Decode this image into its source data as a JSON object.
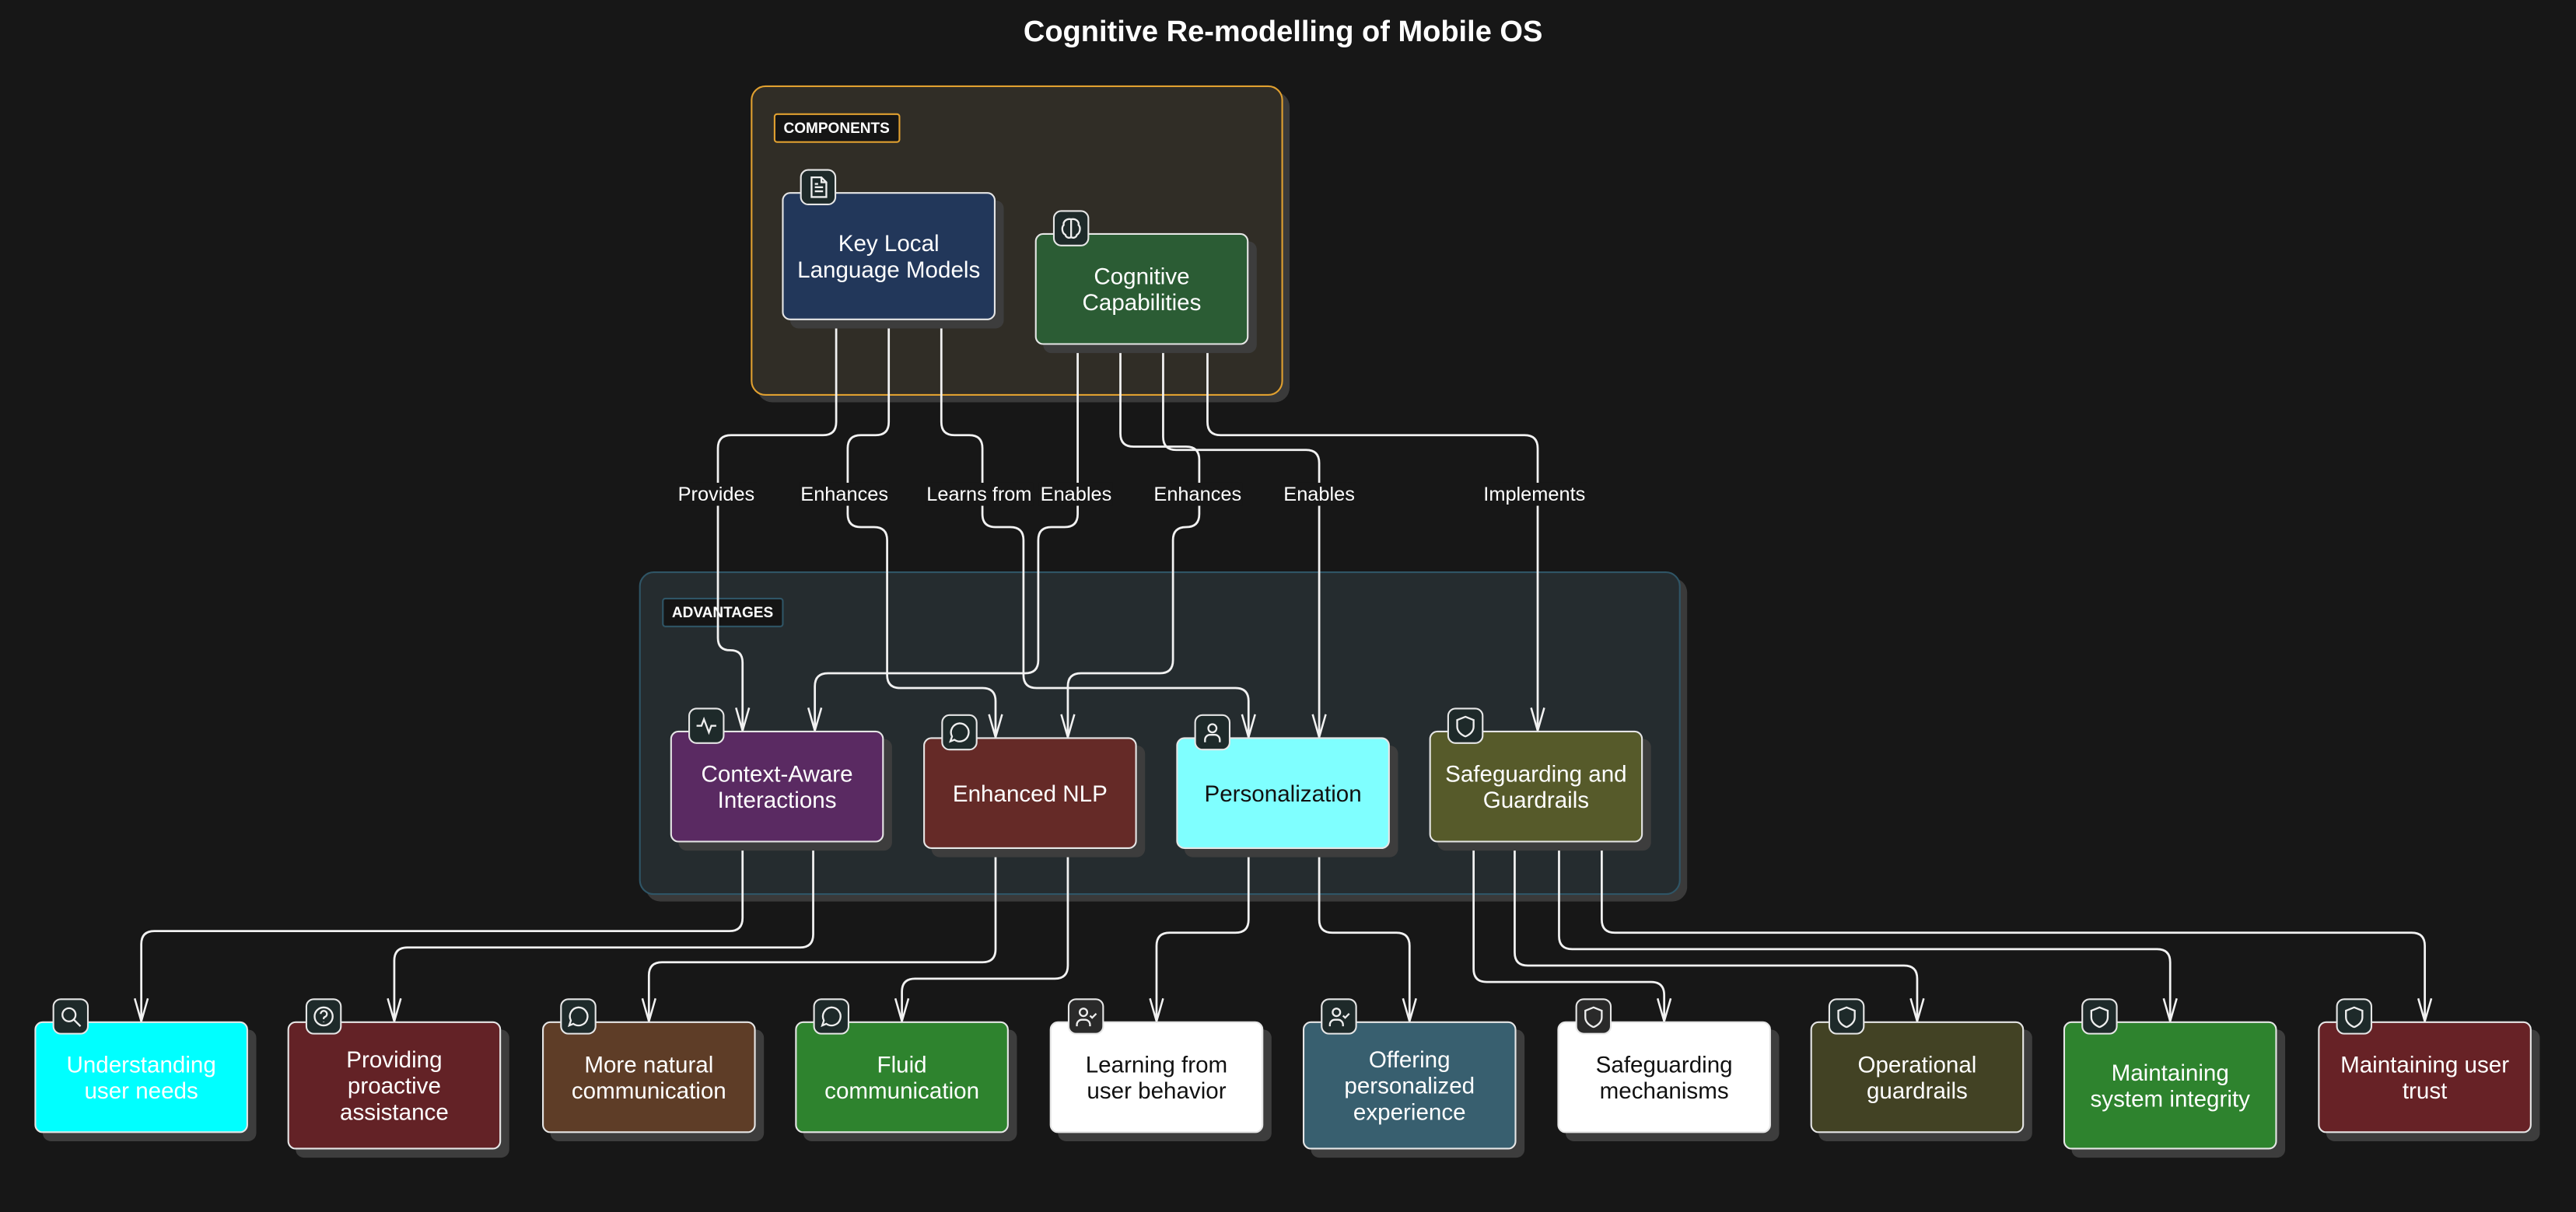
{
  "title": "Cognitive Re-modelling of Mobile OS",
  "groups": {
    "components": {
      "label": "COMPONENTS",
      "fill": "#302d26",
      "stroke": "#e0a030"
    },
    "advantages": {
      "label": "ADVANTAGES",
      "fill": "#252c2f",
      "stroke": "#2f5566"
    }
  },
  "nodes": [
    {
      "id": "klm",
      "label": "Key Local Language Models",
      "fill": "#22375a",
      "text": "#ffffff",
      "icon": "document-icon"
    },
    {
      "id": "cog",
      "label": "Cognitive Capabilities",
      "fill": "#2b5c34",
      "text": "#ffffff",
      "icon": "brain-icon"
    },
    {
      "id": "ctx",
      "label": "Context-Aware Interactions",
      "fill": "#5a2a62",
      "text": "#ffffff",
      "icon": "activity-icon"
    },
    {
      "id": "nlp",
      "label": "Enhanced NLP",
      "fill": "#652a27",
      "text": "#ffffff",
      "icon": "message-icon"
    },
    {
      "id": "per",
      "label": "Personalization",
      "fill": "#7fffff",
      "text": "#111111",
      "icon": "user-icon"
    },
    {
      "id": "saf",
      "label": "Safeguarding and Guardrails",
      "fill": "#565a2a",
      "text": "#ffffff",
      "icon": "shield-icon"
    },
    {
      "id": "b1",
      "label": "Understanding user needs",
      "fill": "#00ffff",
      "text": "#ffffff",
      "icon": "search-icon"
    },
    {
      "id": "b2",
      "label": "Providing proactive assistance",
      "fill": "#632226",
      "text": "#ffffff",
      "icon": "help-circle-icon"
    },
    {
      "id": "b3",
      "label": "More natural communication",
      "fill": "#5e3d27",
      "text": "#ffffff",
      "icon": "message-icon"
    },
    {
      "id": "b4",
      "label": "Fluid communication",
      "fill": "#2e832e",
      "text": "#ffffff",
      "icon": "message-icon"
    },
    {
      "id": "b5",
      "label": "Learning from user behavior",
      "fill": "#ffffff",
      "text": "#111111",
      "icon": "user-check-icon"
    },
    {
      "id": "b6",
      "label": "Offering personalized experience",
      "fill": "#385f6f",
      "text": "#ffffff",
      "icon": "user-check-icon"
    },
    {
      "id": "b7",
      "label": "Safeguarding mechanisms",
      "fill": "#ffffff",
      "text": "#111111",
      "icon": "shield-icon"
    },
    {
      "id": "b8",
      "label": "Operational guardrails",
      "fill": "#424224",
      "text": "#ffffff",
      "icon": "shield-icon"
    },
    {
      "id": "b9",
      "label": "Maintaining system integrity",
      "fill": "#2e832e",
      "text": "#ffffff",
      "icon": "shield-icon"
    },
    {
      "id": "b10",
      "label": "Maintaining user trust",
      "fill": "#672226",
      "text": "#ffffff",
      "icon": "shield-icon"
    }
  ],
  "edges": [
    {
      "from": "klm",
      "to": "ctx",
      "label": "Provides"
    },
    {
      "from": "klm",
      "to": "nlp",
      "label": "Enhances"
    },
    {
      "from": "klm",
      "to": "per",
      "label": "Learns from"
    },
    {
      "from": "cog",
      "to": "ctx",
      "label": "Enables"
    },
    {
      "from": "cog",
      "to": "nlp",
      "label": "Enhances"
    },
    {
      "from": "cog",
      "to": "per",
      "label": "Enables"
    },
    {
      "from": "cog",
      "to": "saf",
      "label": "Implements"
    },
    {
      "from": "ctx",
      "to": "b1",
      "label": ""
    },
    {
      "from": "ctx",
      "to": "b2",
      "label": ""
    },
    {
      "from": "nlp",
      "to": "b3",
      "label": ""
    },
    {
      "from": "nlp",
      "to": "b4",
      "label": ""
    },
    {
      "from": "per",
      "to": "b5",
      "label": ""
    },
    {
      "from": "per",
      "to": "b6",
      "label": ""
    },
    {
      "from": "saf",
      "to": "b7",
      "label": ""
    },
    {
      "from": "saf",
      "to": "b8",
      "label": ""
    },
    {
      "from": "saf",
      "to": "b9",
      "label": ""
    },
    {
      "from": "saf",
      "to": "b10",
      "label": ""
    }
  ]
}
